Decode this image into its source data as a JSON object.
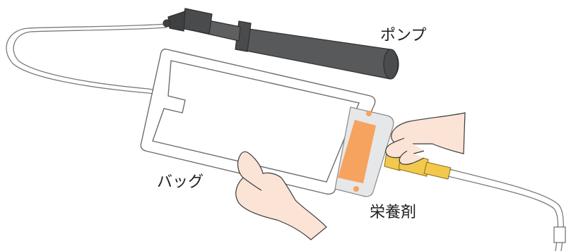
{
  "labels": {
    "pump": "ポンプ",
    "bag": "バッグ",
    "nutrient": "栄養剤"
  },
  "colors": {
    "pump_body": "#58595b",
    "pump_dark": "#3f4042",
    "tube": "#7a7a7a",
    "bag_outline": "#6d6d6d",
    "nutrient_fill": "#f5a35f",
    "connector": "#f2c94c",
    "skin": "#fbe3d6",
    "skin_outline": "#3a3a3a"
  },
  "icons": [
    "pump-icon",
    "bag-icon",
    "hand-icon",
    "connector-icon"
  ]
}
